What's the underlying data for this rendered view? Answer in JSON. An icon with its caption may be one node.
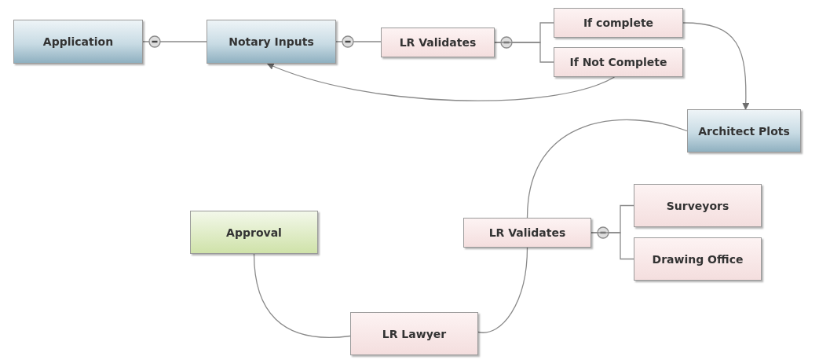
{
  "diagram": {
    "nodes": [
      {
        "text": [
          "Application"
        ]
      },
      {
        "text": [
          "Notary Inputs"
        ]
      },
      {
        "text": [
          "LR Validates"
        ]
      },
      {
        "text": [
          "If complete"
        ]
      },
      {
        "text": [
          "If Not Complete"
        ]
      },
      {
        "text": [
          "Architect Plots"
        ]
      },
      {
        "text": [
          "LR Validates"
        ]
      },
      {
        "text": [
          "Surveyors"
        ]
      },
      {
        "text": [
          "Drawing Office"
        ]
      },
      {
        "text": [
          "Approval"
        ]
      },
      {
        "text": [
          "LR Lawyer"
        ]
      }
    ],
    "edges": [
      {
        "from": 0,
        "to": 1,
        "arrow": "none"
      },
      {
        "from": 1,
        "to": 2,
        "arrow": "none"
      },
      {
        "from": 2,
        "to": 3,
        "arrow": "none"
      },
      {
        "from": 2,
        "to": 4,
        "arrow": "none"
      },
      {
        "from": 3,
        "to": 5,
        "arrow": "to"
      },
      {
        "from": 4,
        "to": 1,
        "arrow": "to"
      },
      {
        "from": 5,
        "to": 6,
        "arrow": "none"
      },
      {
        "from": 6,
        "to": 7,
        "arrow": "none"
      },
      {
        "from": 6,
        "to": 8,
        "arrow": "none"
      },
      {
        "from": 6,
        "to": 10,
        "arrow": "none"
      },
      {
        "from": 10,
        "to": 9,
        "arrow": "none"
      }
    ]
  }
}
